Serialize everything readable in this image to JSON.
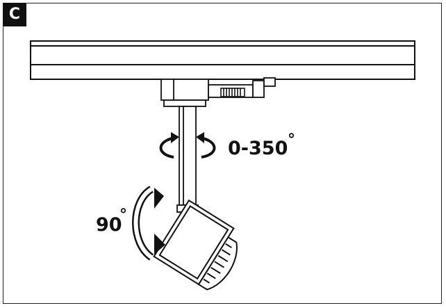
{
  "panel": {
    "label": "C"
  },
  "rotation_horizontal": {
    "text": "0-350",
    "unit": "°"
  },
  "rotation_vertical": {
    "text": "90",
    "unit": "°"
  }
}
